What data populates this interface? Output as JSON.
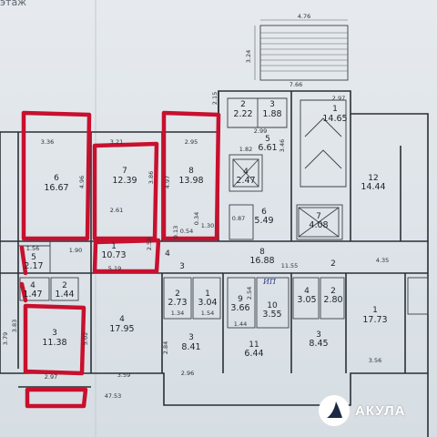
{
  "sheet": {
    "title": "этаж"
  },
  "stair": {
    "width": "4.76",
    "height": "3.24"
  },
  "top_dims": {
    "d1": "7.66",
    "d2": "2.97",
    "d3": "2.99"
  },
  "rooms": [
    {
      "id": "r1",
      "num": "1",
      "area": "14.65"
    },
    {
      "id": "r2",
      "num": "2",
      "area": "2.22"
    },
    {
      "id": "r3",
      "num": "3",
      "area": "1.88"
    },
    {
      "id": "r4",
      "num": "4",
      "area": "2.47"
    },
    {
      "id": "r5",
      "num": "5",
      "area": "6.61"
    },
    {
      "id": "r6",
      "num": "6",
      "area": "5.49"
    },
    {
      "id": "r7",
      "num": "7",
      "area": "4.08"
    },
    {
      "id": "r8",
      "num": "8",
      "area": "16.88"
    },
    {
      "id": "r9",
      "num": "9",
      "area": "3.66"
    },
    {
      "id": "r10",
      "num": "10",
      "area": "3.55"
    },
    {
      "id": "r11",
      "num": "11",
      "area": "6.44"
    },
    {
      "id": "r12",
      "num": "12",
      "area": "14.44"
    },
    {
      "id": "l6",
      "num": "6",
      "area": "16.67"
    },
    {
      "id": "l7",
      "num": "7",
      "area": "12.39"
    },
    {
      "id": "l8",
      "num": "8",
      "area": "13.98"
    },
    {
      "id": "l1",
      "num": "1",
      "area": "10.73"
    },
    {
      "id": "l4",
      "num": "4",
      "area": "17.95"
    },
    {
      "id": "l5",
      "num": "5",
      "area": "2.17"
    },
    {
      "id": "l3b",
      "num": "3",
      "area": "11.38"
    },
    {
      "id": "l4s",
      "num": "4",
      "area": "1.47"
    },
    {
      "id": "l2s",
      "num": "2",
      "area": "1.44"
    },
    {
      "id": "m2",
      "num": "2",
      "area": "2.73"
    },
    {
      "id": "m1",
      "num": "1",
      "area": "3.04"
    },
    {
      "id": "m3",
      "num": "3",
      "area": "8.41"
    },
    {
      "id": "rr4",
      "num": "4",
      "area": "3.05"
    },
    {
      "id": "rr2",
      "num": "2",
      "area": "2.80"
    },
    {
      "id": "rr3",
      "num": "3",
      "area": "8.45"
    },
    {
      "id": "rr1",
      "num": "1",
      "area": "17.73"
    }
  ],
  "dims": {
    "a336": "3.36",
    "a321": "3.21",
    "a295": "2.95",
    "a496": "4.96",
    "a386": "3.86",
    "a497": "4.97",
    "a261": "2.61",
    "a190": "1.90",
    "a156": "1.56",
    "a519": "5.19",
    "a1155": "11.55",
    "a435": "4.35",
    "a383": "3.83",
    "a379": "3.79",
    "a502": "5.02",
    "a297": "2.97",
    "a359": "3.59",
    "a296": "2.96",
    "a4753": "47.53",
    "a284": "2.84",
    "a134": "1.34",
    "a154": "1.54",
    "a144": "1.44",
    "a356": "3.56",
    "a087": "0.87",
    "a054": "0.54",
    "a130": "1.30",
    "a182": "1.82",
    "a346": "3.46",
    "a013": "0.13",
    "a034": "0.34",
    "a254": "2.54",
    "a255": "2.55",
    "a215": "2.15"
  },
  "corridor_marks": {
    "c2": "2",
    "c3": "3",
    "c4": "4"
  },
  "pen_note": "ИП",
  "logo": {
    "text": "АКУЛА",
    "icon": "shark-fin-icon"
  }
}
